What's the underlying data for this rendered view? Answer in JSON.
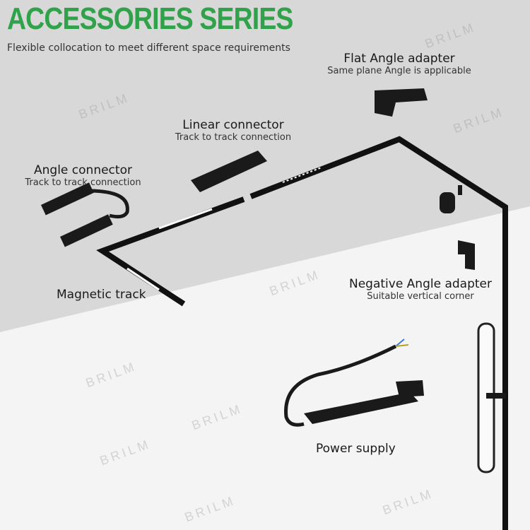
{
  "header": {
    "title": "ACCESSORIES SERIES",
    "subtitle": "Flexible collocation to meet different space requirements"
  },
  "labels": [
    {
      "name": "Flat Angle adapter",
      "desc": "Same plane Angle is applicable"
    },
    {
      "name": "Linear connector",
      "desc": "Track to track connection"
    },
    {
      "name": "Angle connector",
      "desc": "Track to track connection"
    },
    {
      "name": "Magnetic track",
      "desc": ""
    },
    {
      "name": "Negative Angle adapter",
      "desc": "Suitable vertical corner"
    },
    {
      "name": "Power supply",
      "desc": ""
    }
  ],
  "watermark": "BRILM",
  "colors": {
    "title": "#2fa24a",
    "ceiling": "#d8d8d8",
    "wall": "#f4f4f4",
    "track": "#111111"
  }
}
